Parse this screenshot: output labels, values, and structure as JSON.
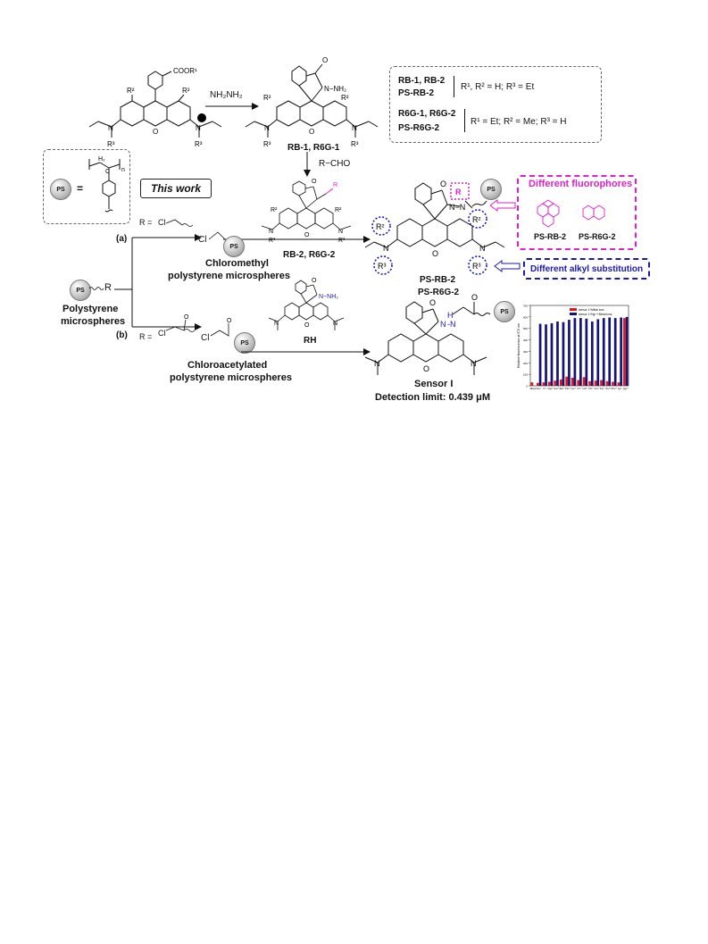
{
  "reagents": {
    "hydrazine": "NH₂NH₂",
    "aldehyde": "R−CHO"
  },
  "legend_box": {
    "line1_names": "RB-1, RB-2",
    "line1_ps": "PS-RB-2",
    "line1_subst": "R¹, R² = H; R³ = Et",
    "line2_names": "R6G-1, R6G-2",
    "line2_ps": "PS-R6G-2",
    "line2_subst": "R¹ = Et; R² = Me; R³ = H"
  },
  "labels": {
    "rb1": "RB-1, R6G-1",
    "rb2": "RB-2, R6G-2",
    "ps_rb2": "PS-RB-2",
    "ps_r6g2": "PS-R6G-2",
    "this_work": "This work",
    "ps_equals": "=",
    "route_a": "(a)",
    "route_b": "(b)",
    "r_equals_a": "R =",
    "r_equals_b": "R =",
    "chloromethyl": "Chloromethyl",
    "chloromethyl2": "polystyrene microspheres",
    "polystyrene": "Polystyrene",
    "microspheres": "microspheres",
    "chloroacetylated": "Chloroacetylated",
    "chloroacetylated2": "polystyrene microspheres",
    "rh": "RH",
    "sensor": "Sensor I",
    "detection": "Detection limit: 0.439 μM",
    "different_fluorophores": "Different fluorophores",
    "fluor_ps_rb2": "PS-RB-2",
    "fluor_ps_r6g2": "PS-R6G-2",
    "different_alkyl": "Different alkyl substitution",
    "ps": "PS",
    "r": "R",
    "cl": "Cl",
    "n": "n",
    "h2": "H₂",
    "c": "C"
  },
  "colors": {
    "magenta": "#e020c8",
    "blue": "#1a1ab0",
    "red_bar": "#e01818",
    "navy_bar": "#141478"
  },
  "chart_data": {
    "type": "bar",
    "ylabel": "Relative fluorescence at 575 nm",
    "ylim": [
      0,
      700
    ],
    "yticks": [
      0,
      100,
      200,
      300,
      400,
      500,
      600,
      700
    ],
    "categories": [
      "Blank",
      "Na⁺",
      "K⁺",
      "Mg²⁺",
      "Ca²⁺",
      "Ba²⁺",
      "Pb²⁺",
      "Cu²⁺",
      "Cr³⁺",
      "Cd²⁺",
      "Ni²⁺",
      "Co²⁺",
      "Fe³⁺",
      "Zn²⁺",
      "Mn²⁺",
      "Ag⁺",
      "Hg²⁺"
    ],
    "series": [
      {
        "name": "sensor 1+Metal ions",
        "color": "#e01818",
        "values": [
          30,
          25,
          30,
          35,
          45,
          55,
          80,
          70,
          50,
          75,
          40,
          45,
          50,
          40,
          35,
          30,
          590
        ]
      },
      {
        "name": "sensor 1+Hg²⁺+Metal ions",
        "color": "#141478",
        "values": [
          0,
          540,
          535,
          545,
          560,
          555,
          575,
          590,
          590,
          585,
          560,
          580,
          590,
          595,
          590,
          595,
          600
        ]
      }
    ],
    "legend_position": "top"
  }
}
